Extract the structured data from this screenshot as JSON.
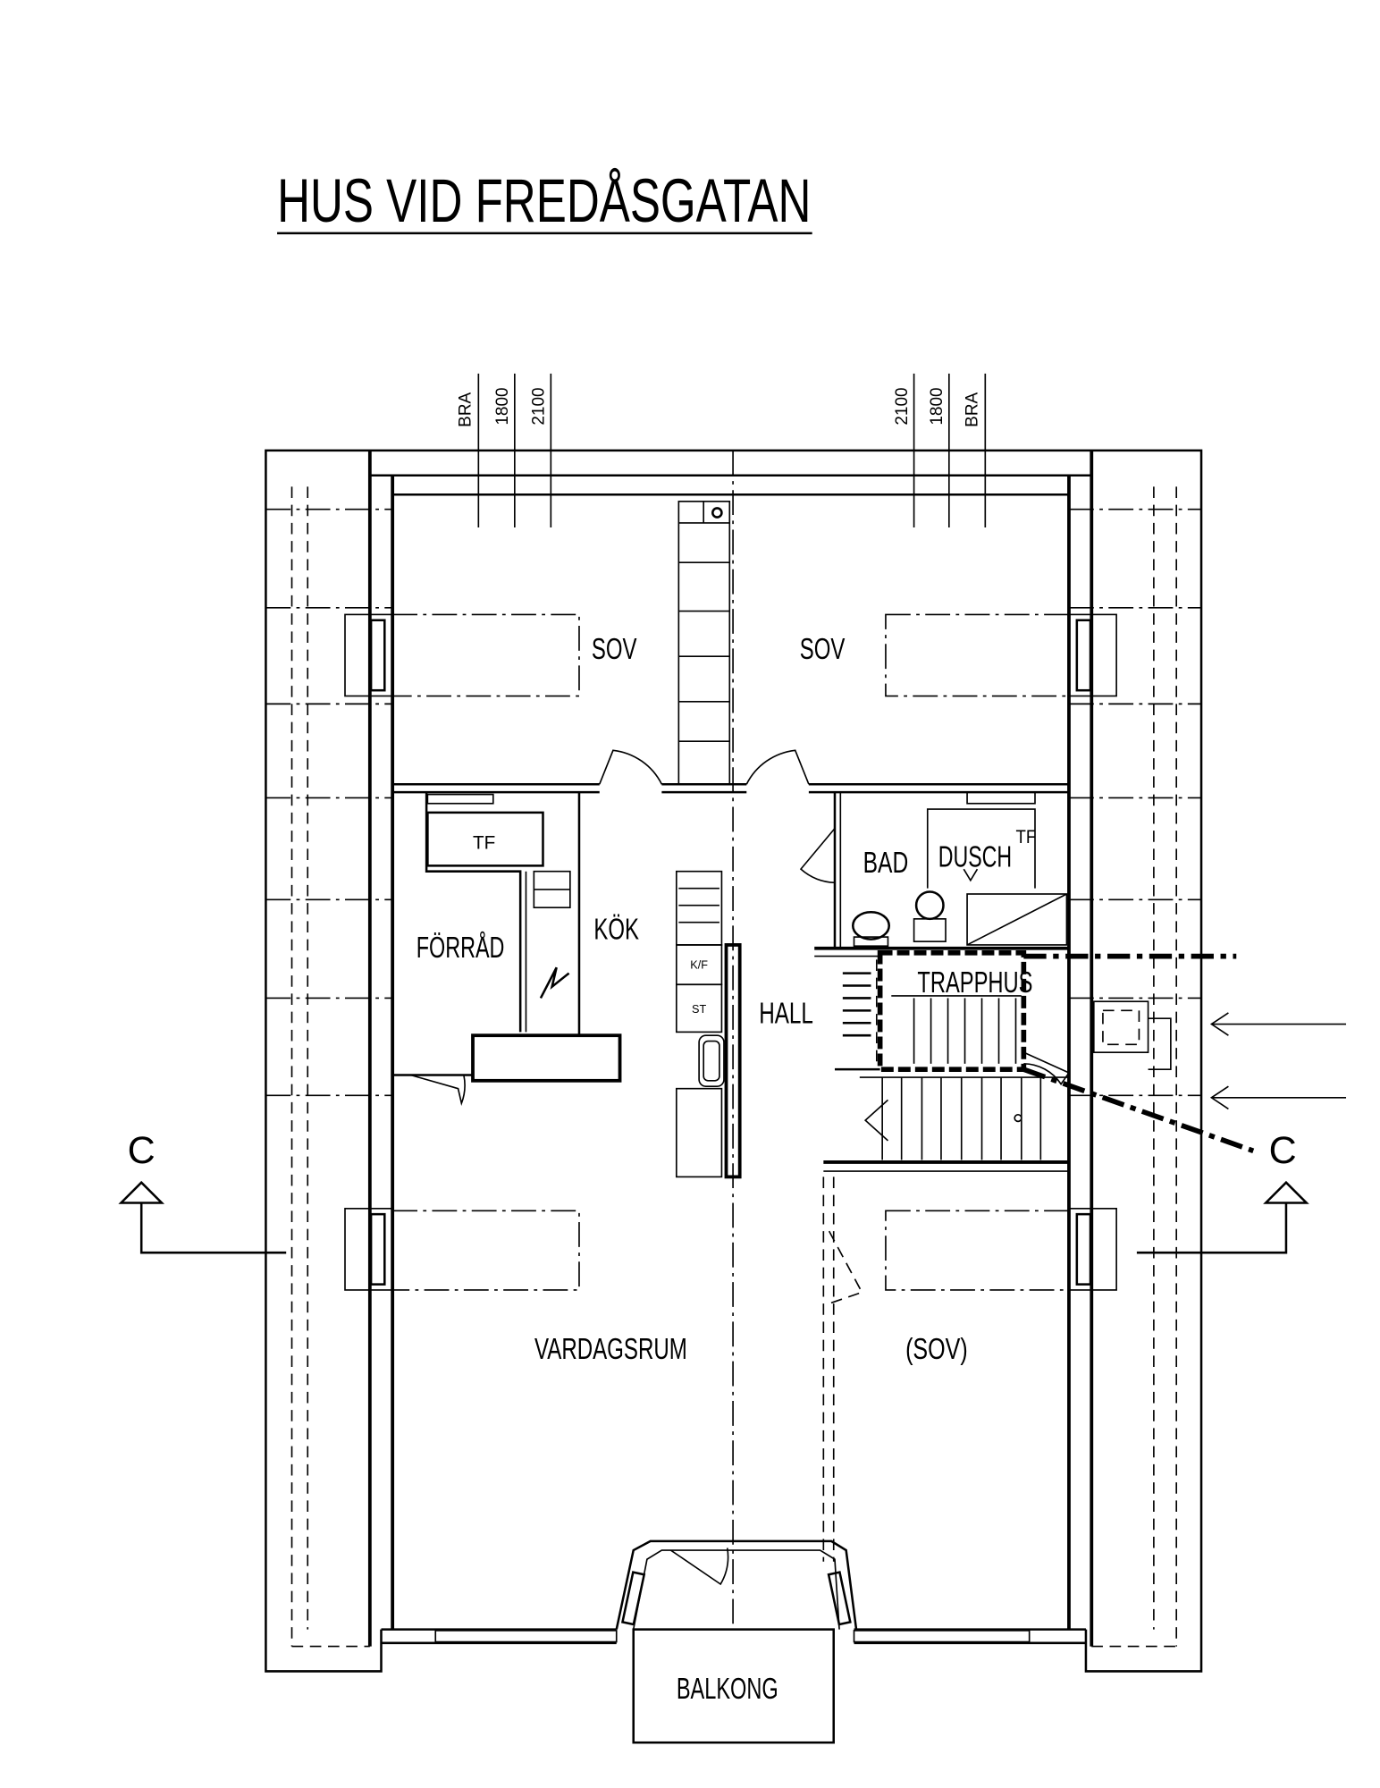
{
  "title": "HUS VID FREDÅSGATAN",
  "dimension_labels": {
    "left": [
      "BRA",
      "1800",
      "2100"
    ],
    "right": [
      "2100",
      "1800",
      "BRA"
    ]
  },
  "rooms": {
    "sov_left": "SOV",
    "sov_right": "SOV",
    "forrad": "FÖRRÅD",
    "tf_forrad": "TF",
    "kok": "KÖK",
    "kf": "K/F",
    "st": "ST",
    "hall": "HALL",
    "bad": "BAD",
    "dusch": "DUSCH",
    "tf_bad": "TF",
    "trapphus": "TRAPPHUS",
    "vardagsrum": "VARDAGSRUM",
    "sov_bottom": "(SOV)",
    "balkong": "BALKONG"
  },
  "section_markers": {
    "left": "C",
    "right": "C"
  },
  "colors": {
    "ink": "#000000",
    "paper": "#ffffff"
  }
}
